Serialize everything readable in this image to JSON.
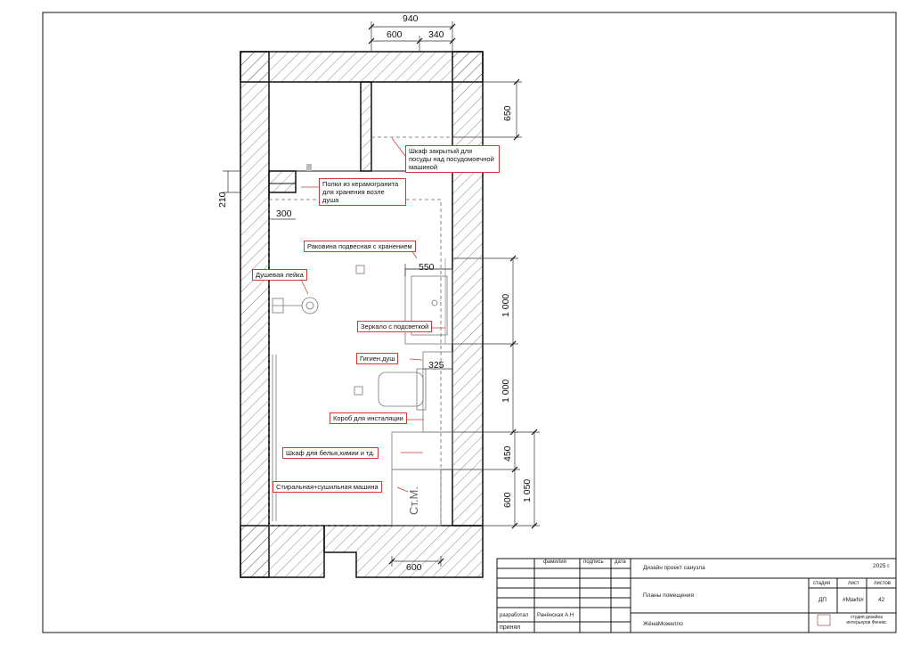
{
  "dimensions": {
    "top_total": "940",
    "top_left": "600",
    "top_right": "340",
    "right_650": "650",
    "left_210": "210",
    "niche_300": "300",
    "sink_550": "550",
    "right_1000a": "1 000",
    "right_1000b": "1 000",
    "wc_325": "325",
    "right_450": "450",
    "right_600": "600",
    "right_1050": "1 050",
    "bottom_600": "600"
  },
  "annotations": {
    "dish_cabinet": "Шкаф закрытый для посуды над посудомоечной машиной",
    "shelves": "Полки из керамогранита для хранения возле душа",
    "sink": "Раковина подвесная с хранением",
    "shower_head": "Душевая лейка",
    "mirror": "Зеркало с подсветкой",
    "hygienic_shower": "Гигиен.душ",
    "installation_box": "Короб для инсталяции",
    "linen_cabinet": "Шкаф для белья,химии и тд.",
    "washer": "Стиральная+сушильная машина",
    "washer_label": "Ст.М."
  },
  "title_block": {
    "col_surname": "фамилия",
    "col_signature": "подпись",
    "col_date": "дата",
    "role_developer": "разработал",
    "role_accepted": "принял",
    "developer_name": "Ранёнская А.Н",
    "project": "Дизайн проект санузла",
    "year": "2025 г.",
    "sheet_title": "Планы помещения",
    "client": "ЖёнаМожелло",
    "h_stage": "стадия",
    "h_sheet": "лист",
    "h_sheets": "листов",
    "stage": "ДП",
    "sheet_no": "#МакN#",
    "sheets_total": "42",
    "studio": "студия дизайна интерьеров Феникс"
  }
}
